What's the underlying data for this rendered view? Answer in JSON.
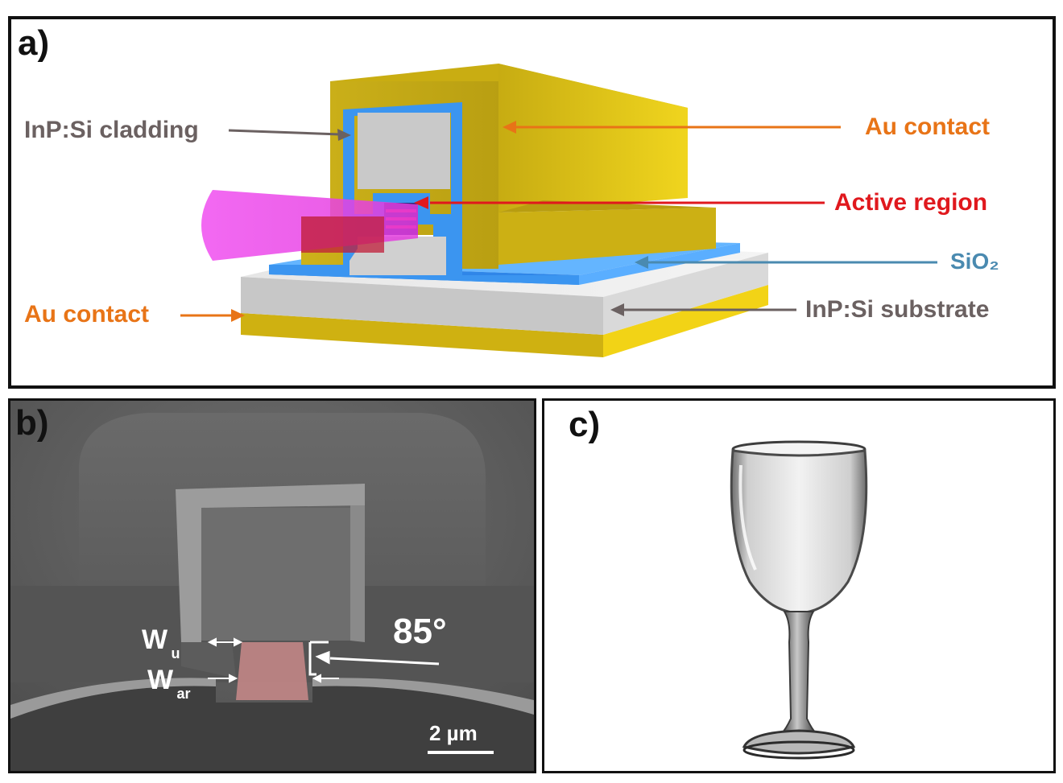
{
  "panel_a": {
    "label": "a)",
    "labels": {
      "cladding": "InP:Si cladding",
      "au_top": "Au contact",
      "active": "Active region",
      "sio2": "SiO₂",
      "au_bottom": "Au contact",
      "substrate": "InP:Si substrate"
    }
  },
  "panel_b": {
    "label": "b)",
    "angle": "85°",
    "wu_main": "W",
    "wu_sub": "u",
    "war_main": "W",
    "war_sub": "ar",
    "scale": "2 µm"
  },
  "panel_c": {
    "label": "c)"
  },
  "colors": {
    "gold": "#d4b418",
    "blue": "#3b95f0",
    "gray_label": "#6b6161",
    "orange_label": "#e87417",
    "red_label": "#e0181d",
    "blue_label": "#4a8ab0"
  }
}
